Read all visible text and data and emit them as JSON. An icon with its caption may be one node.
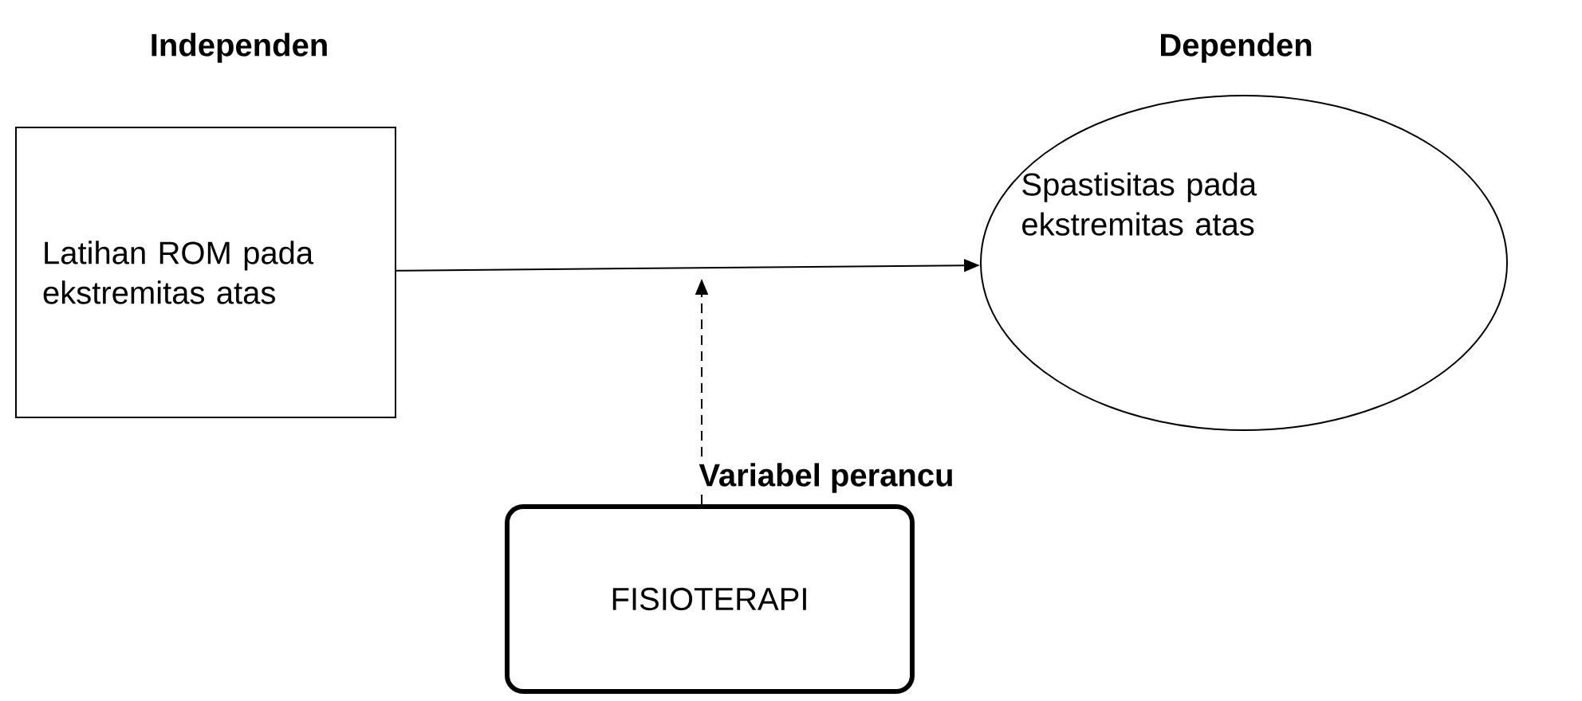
{
  "diagram": {
    "nodes": [
      {
        "text": [
          "Latihan ROM pada ekstremitas atas"
        ]
      },
      {
        "text": [
          "Spastisitas pada ekstremitas atas"
        ]
      },
      {
        "text": [
          "FISIOTERAPI"
        ]
      }
    ],
    "edges": [
      {
        "from": 0,
        "to": 1,
        "arrow": "to"
      },
      {
        "from": 2,
        "to": null,
        "arrow": "to",
        "style": "dashed",
        "label": "Variabel perancu"
      }
    ],
    "labels": [
      "Independen",
      "Dependen"
    ]
  }
}
